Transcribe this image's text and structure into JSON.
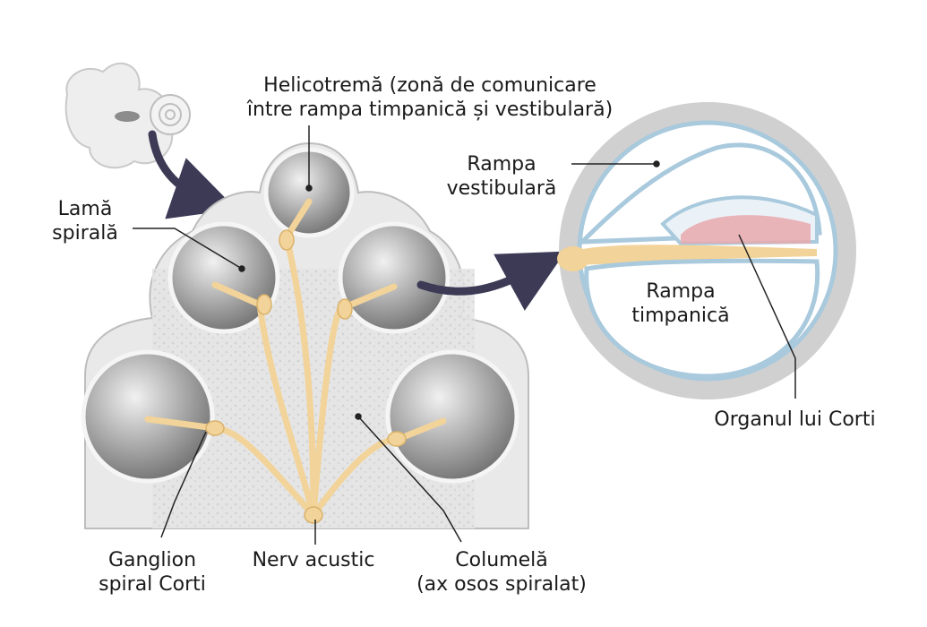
{
  "labels": {
    "helicotrema": {
      "line1": "Helicotremă (zonă de comunicare",
      "line2": "între rampa timpanică și vestibulară)"
    },
    "lama_spirala": {
      "line1": "Lamă",
      "line2": "spirală"
    },
    "rampa_vestibulara": {
      "line1": "Rampa",
      "line2": "vestibulară"
    },
    "rampa_timpanica": {
      "line1": "Rampa",
      "line2": "timpanică"
    },
    "organul_corti": "Organul lui Corti",
    "ganglion": {
      "line1": "Ganglion",
      "line2": "spiral Corti"
    },
    "nerv_acustic": "Nerv acustic",
    "columela": {
      "line1": "Columelă",
      "line2": "(ax osos spiralat)"
    }
  },
  "colors": {
    "bone": "#d9d9d9",
    "chamber": "#8f8f8f",
    "nerve": "#f2d399",
    "membrane": "#a9c9dd",
    "organ": "#e9a9ad",
    "arrow": "#3c3a55",
    "leader": "#222222"
  }
}
